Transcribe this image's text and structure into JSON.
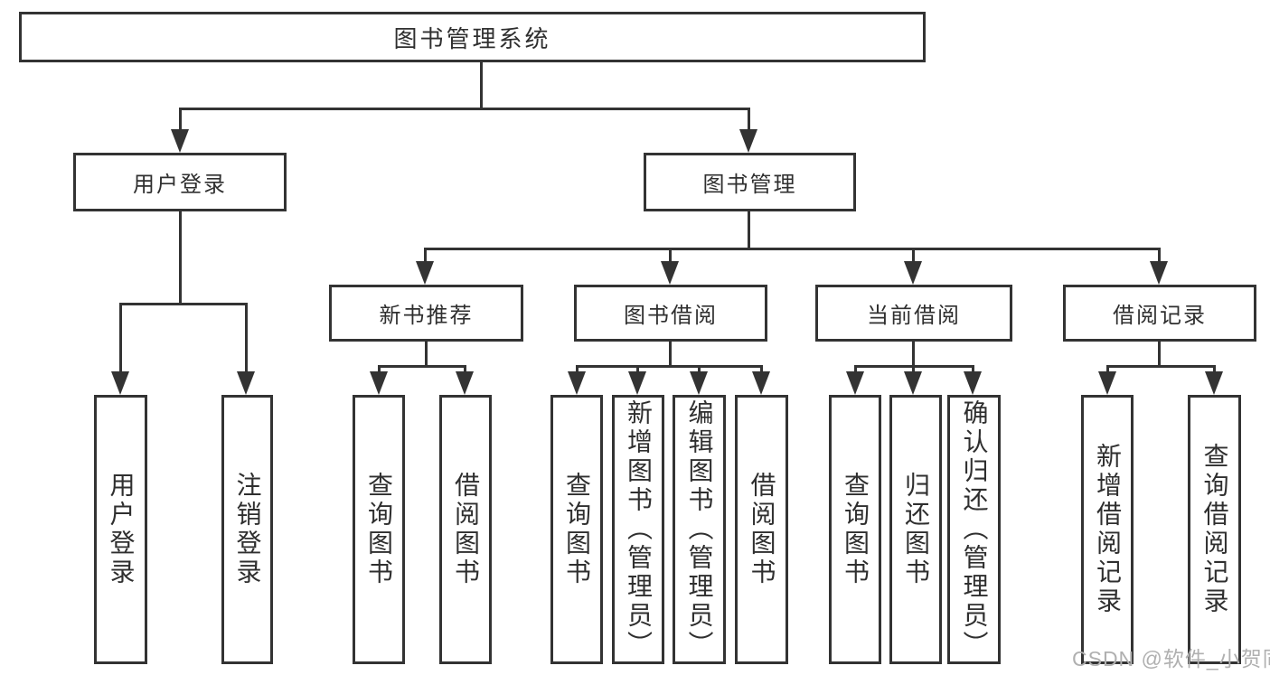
{
  "diagram": {
    "root": {
      "label": "图书管理系统"
    },
    "level2": [
      {
        "label": "用户登录"
      },
      {
        "label": "图书管理"
      }
    ],
    "level3": [
      {
        "label": "新书推荐"
      },
      {
        "label": "图书借阅"
      },
      {
        "label": "当前借阅"
      },
      {
        "label": "借阅记录"
      }
    ],
    "leaves": {
      "user_login": [
        {
          "label": "用户登录"
        },
        {
          "label": "注销登录"
        }
      ],
      "new_book": [
        {
          "label": "查询图书"
        },
        {
          "label": "借阅图书"
        }
      ],
      "book_borrow": [
        {
          "label": "查询图书"
        },
        {
          "label": "新增图书（管理员）"
        },
        {
          "label": "编辑图书（管理员）"
        },
        {
          "label": "借阅图书"
        }
      ],
      "current_borrow": [
        {
          "label": "查询图书"
        },
        {
          "label": "归还图书"
        },
        {
          "label": "确认归还（管理员）"
        }
      ],
      "borrow_records": [
        {
          "label": "新增借阅记录"
        },
        {
          "label": "查询借阅记录"
        }
      ]
    },
    "watermark": "CSDN @软件_小贺同学",
    "colors": {
      "line": "#333333",
      "box_border": "#333333",
      "text": "#2f2f2f",
      "watermark": "#b0b0b0",
      "background": "#ffffff"
    }
  }
}
